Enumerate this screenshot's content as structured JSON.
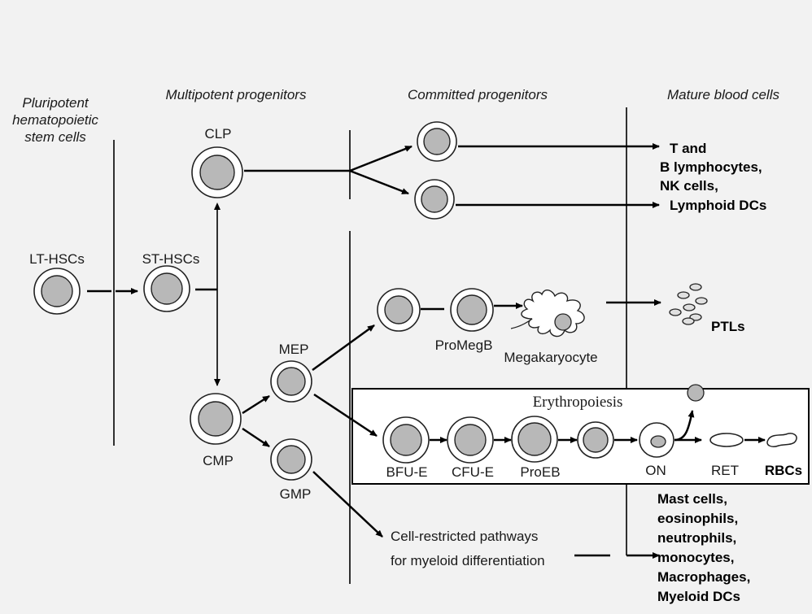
{
  "headers": {
    "stem": [
      "Pluripotent",
      "hematopoietic",
      "stem cells"
    ],
    "multipotent": "Multipotent progenitors",
    "committed": "Committed progenitors",
    "mature": "Mature blood cells"
  },
  "cells": {
    "lt_hsc": "LT-HSCs",
    "st_hsc": "ST-HSCs",
    "clp": "CLP",
    "cmp": "CMP",
    "mep": "MEP",
    "gmp": "GMP",
    "promegb": "ProMegB",
    "megakaryocyte": "Megakaryocyte",
    "bfu_e": "BFU-E",
    "cfu_e": "CFU-E",
    "proeb": "ProEB",
    "on": "ON",
    "ret": "RET"
  },
  "box_title": "Erythropoiesis",
  "outputs": {
    "lymphoid": [
      "T and",
      "B lymphocytes,",
      "NK cells,",
      "Lymphoid DCs"
    ],
    "ptls": "PTLs",
    "rbcs": "RBCs",
    "myeloid": [
      "Mast cells,",
      "eosinophils,",
      "neutrophils,",
      "monocytes,",
      "Macrophages,",
      "Myeloid DCs"
    ]
  },
  "myeloid_pathway": [
    "Cell-restricted pathways",
    "for myeloid differentiation"
  ]
}
